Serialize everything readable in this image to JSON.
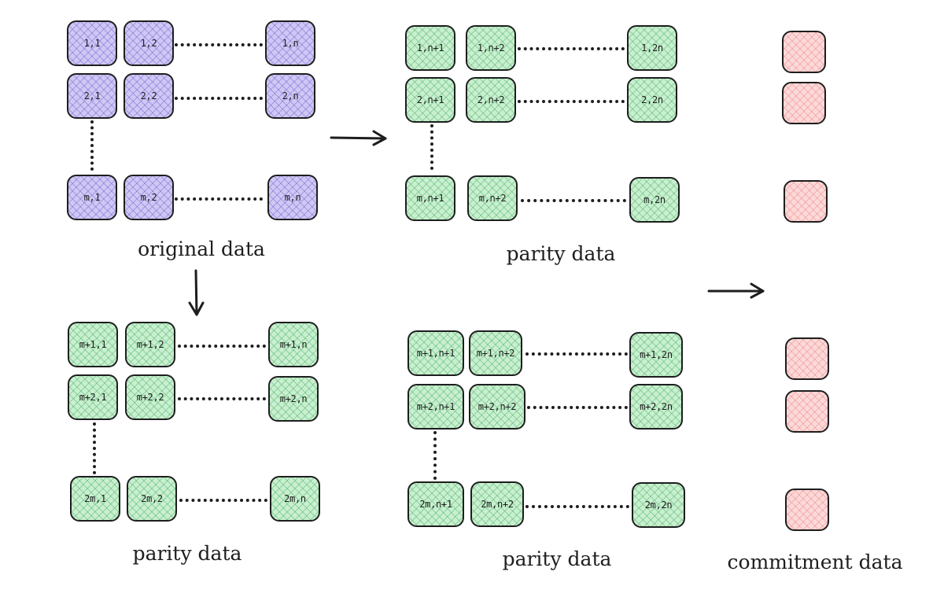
{
  "colors": {
    "original": "#cfc8f4",
    "parity": "#c9efd1",
    "commitment": "#fcd9d9",
    "stroke": "#1e1e1e"
  },
  "blocks": {
    "original": {
      "rows": [
        [
          "1,1",
          "1,2",
          "1,n"
        ],
        [
          "2,1",
          "2,2",
          "2,n"
        ],
        [
          "m,1",
          "m,2",
          "m,n"
        ]
      ],
      "caption": "original data"
    },
    "parity_right": {
      "rows": [
        [
          "1,n+1",
          "1,n+2",
          "1,2n"
        ],
        [
          "2,n+1",
          "2,n+2",
          "2,2n"
        ],
        [
          "m,n+1",
          "m,n+2",
          "m,2n"
        ]
      ],
      "caption": "parity data"
    },
    "parity_bottom": {
      "rows": [
        [
          "m+1,1",
          "m+1,2",
          "m+1,n"
        ],
        [
          "m+2,1",
          "m+2,2",
          "m+2,n"
        ],
        [
          "2m,1",
          "2m,2",
          "2m,n"
        ]
      ],
      "caption": "parity data"
    },
    "parity_corner": {
      "rows": [
        [
          "m+1,n+1",
          "m+1,n+2",
          "m+1,2n"
        ],
        [
          "m+2,n+1",
          "m+2,n+2",
          "m+2,2n"
        ],
        [
          "2m,n+1",
          "2m,n+2",
          "2m,2n"
        ]
      ],
      "caption": "parity data"
    }
  },
  "commitment": {
    "caption": "commitment data"
  }
}
